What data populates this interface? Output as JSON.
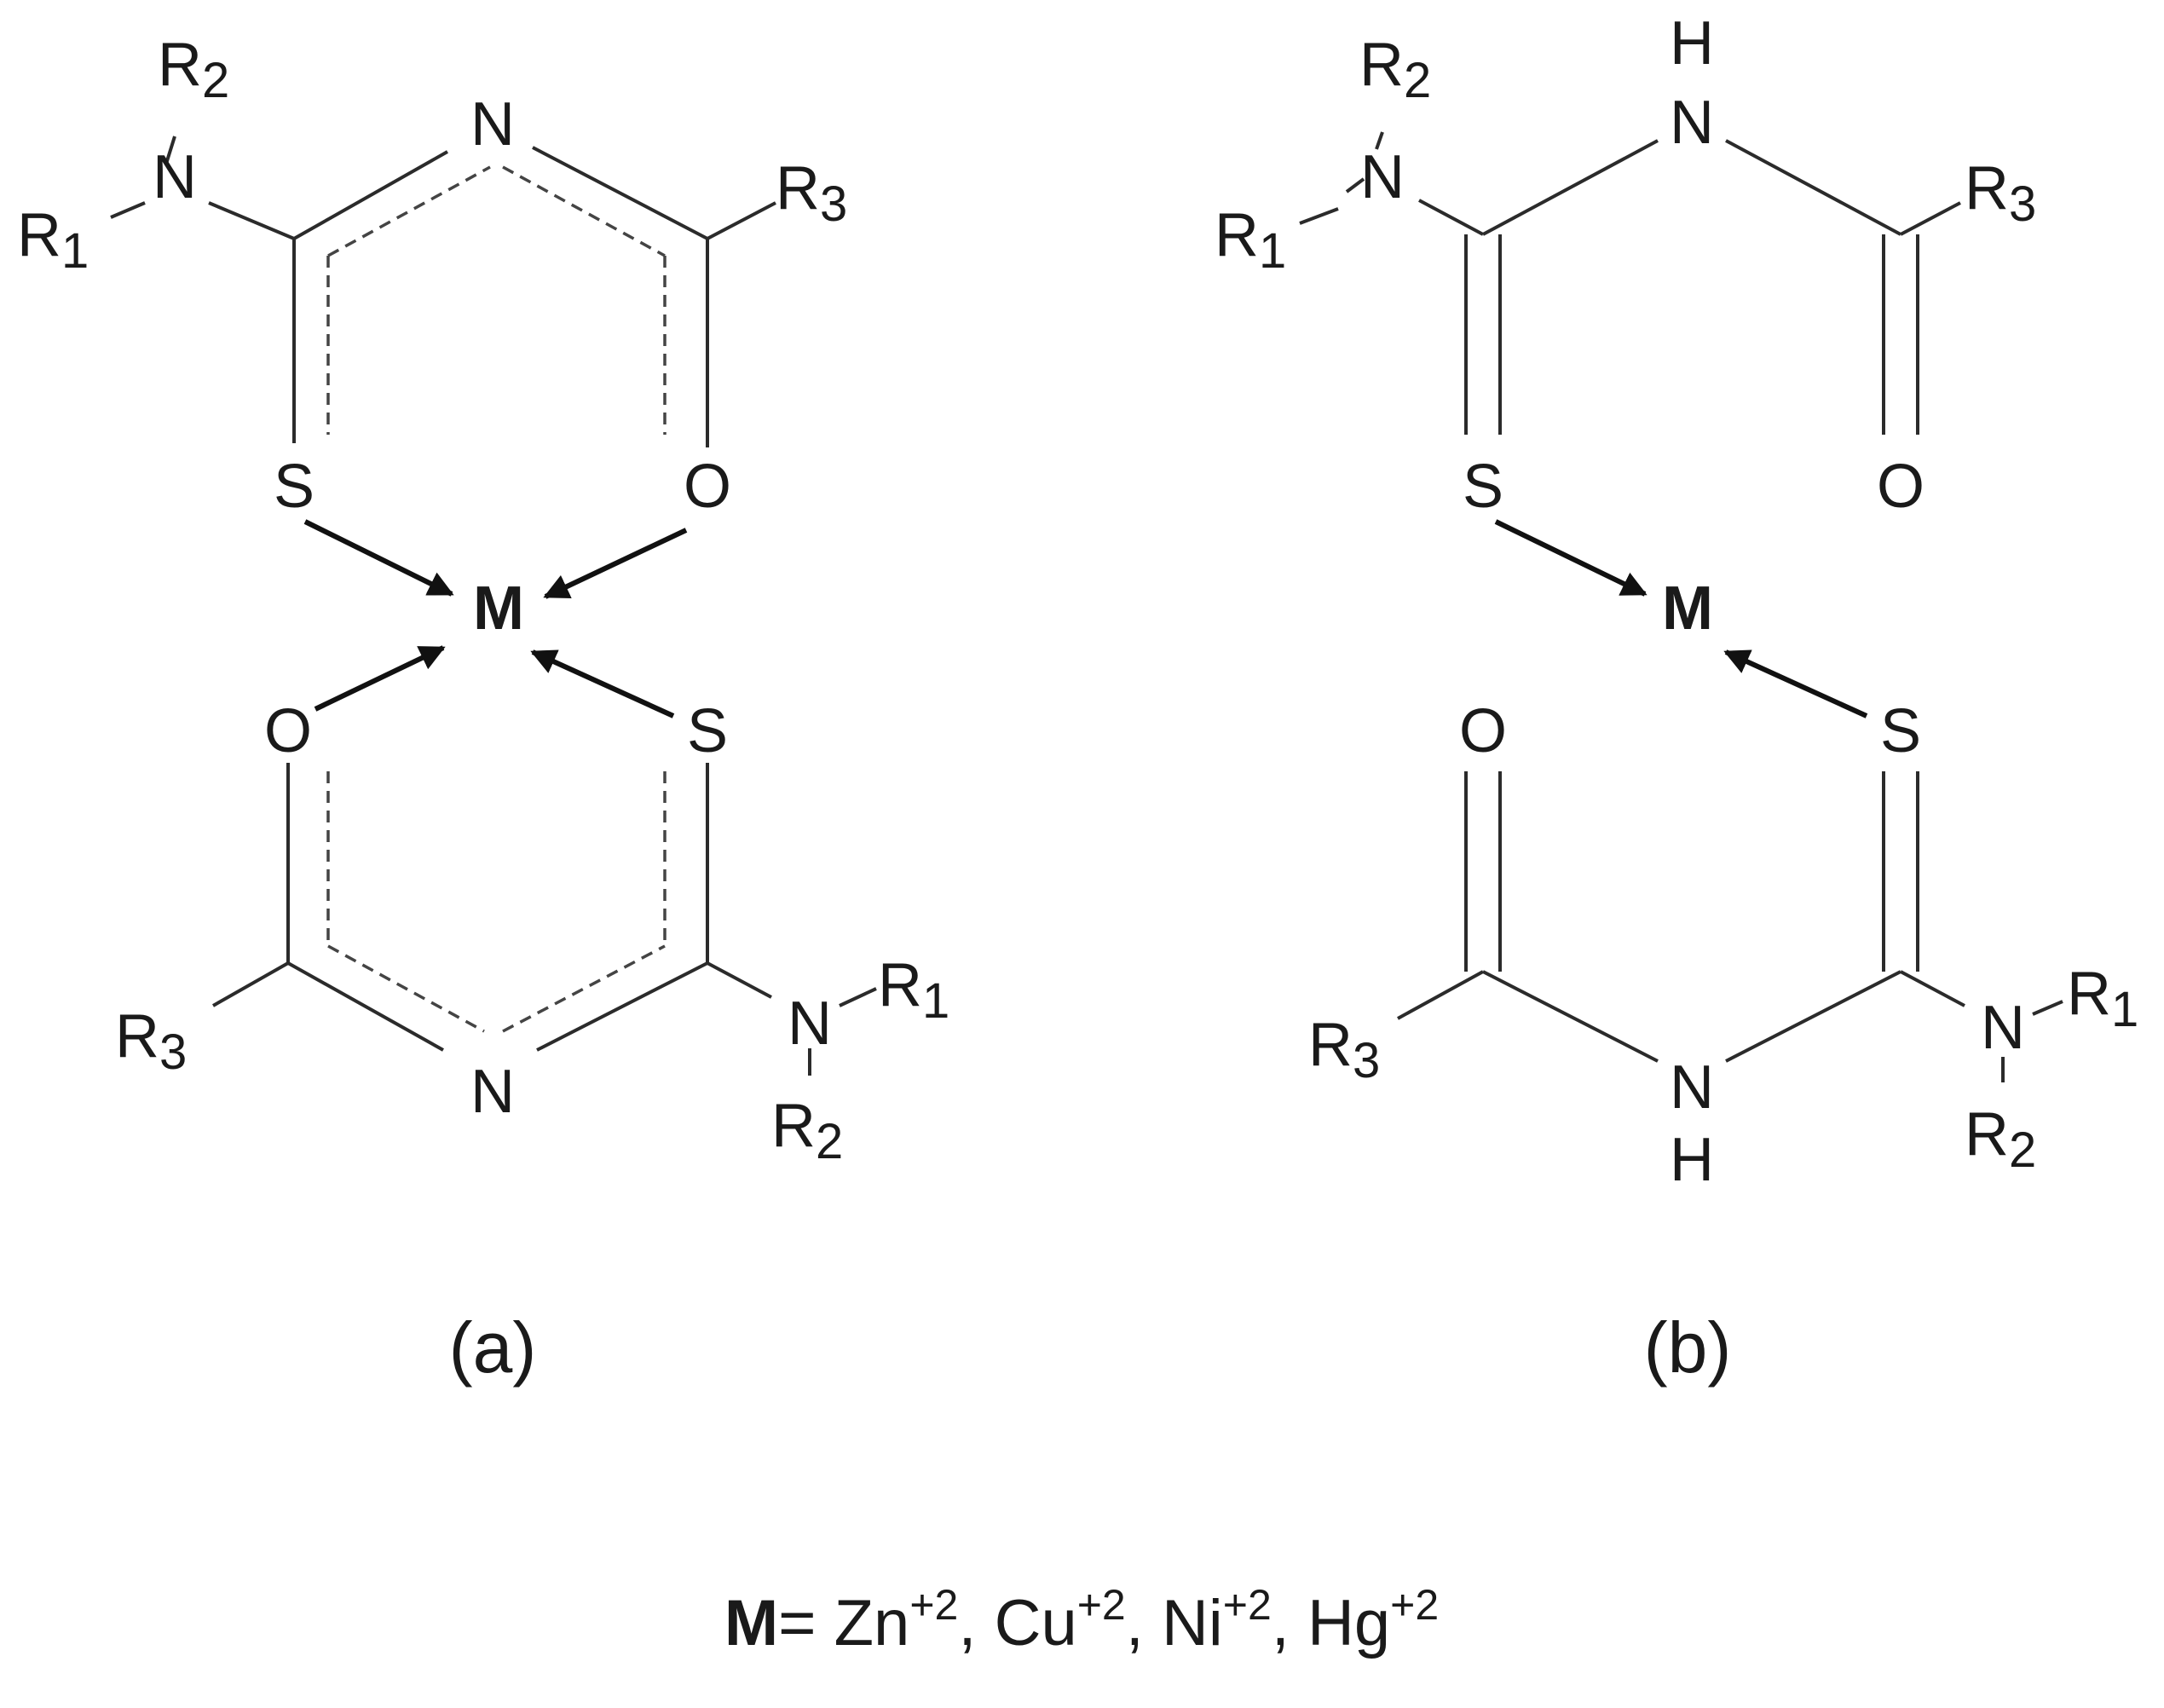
{
  "atoms": {
    "N": "N",
    "S": "S",
    "O": "O",
    "H": "H",
    "R": "R",
    "one": "1",
    "two": "2",
    "three": "3"
  },
  "metal_symbol": "M",
  "structures": [
    {
      "caption": "(a)"
    },
    {
      "caption": "(b)"
    }
  ],
  "legend": {
    "symbol": "M",
    "equals": "= Zn",
    "charge": "+2",
    "ions": [
      ", Cu",
      ", Ni",
      ", Hg"
    ]
  }
}
